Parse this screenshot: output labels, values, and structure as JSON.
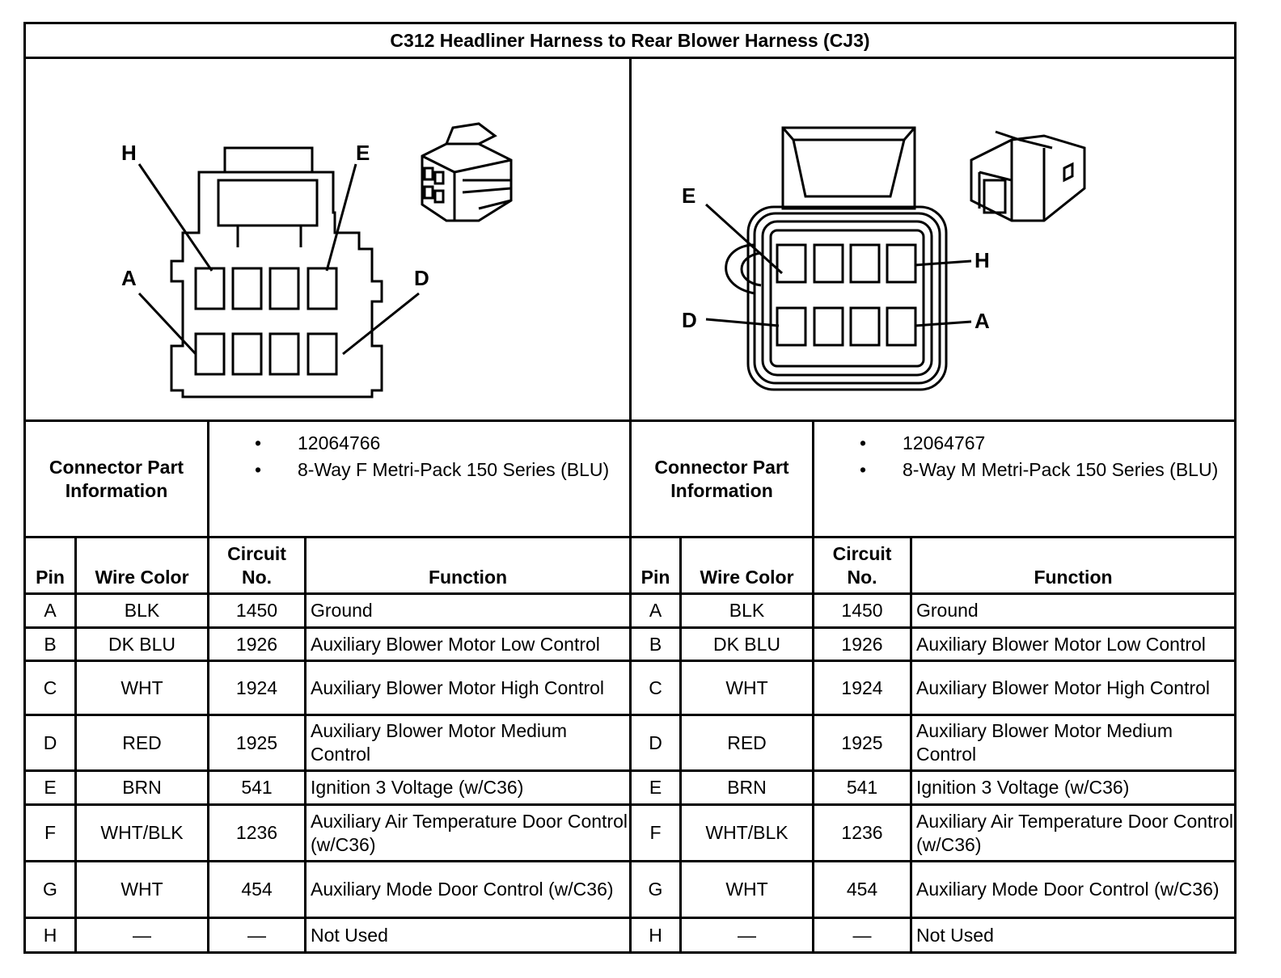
{
  "title": "C312 Headliner Harness to Rear Blower Harness (CJ3)",
  "pin_letters": {
    "a": "A",
    "d": "D",
    "e": "E",
    "h": "H"
  },
  "left": {
    "part_label": "Connector Part Information",
    "part_items": [
      "12064766",
      "8-Way F Metri-Pack 150 Series (BLU)"
    ]
  },
  "right": {
    "part_label": "Connector Part Information",
    "part_items": [
      "12064767",
      "8-Way M Metri-Pack 150 Series (BLU)"
    ]
  },
  "bullet": "•",
  "columns": {
    "pin": "Pin",
    "wire": "Wire Color",
    "circuit": "Circuit No.",
    "function": "Function"
  },
  "rows": [
    {
      "pin": "A",
      "wire": "BLK",
      "circuit": "1450",
      "function": "Ground"
    },
    {
      "pin": "B",
      "wire": "DK BLU",
      "circuit": "1926",
      "function": "Auxiliary Blower Motor Low Control"
    },
    {
      "pin": "C",
      "wire": "WHT",
      "circuit": "1924",
      "function": "Auxiliary Blower Motor High Control"
    },
    {
      "pin": "D",
      "wire": "RED",
      "circuit": "1925",
      "function": "Auxiliary Blower Motor Medium Control"
    },
    {
      "pin": "E",
      "wire": "BRN",
      "circuit": "541",
      "function": "Ignition 3 Voltage (w/C36)"
    },
    {
      "pin": "F",
      "wire": "WHT/BLK",
      "circuit": "1236",
      "function": "Auxiliary Air Temperature Door Control (w/C36)"
    },
    {
      "pin": "G",
      "wire": "WHT",
      "circuit": "454",
      "function": "Auxiliary Mode Door Control (w/C36)"
    },
    {
      "pin": "H",
      "wire": "—",
      "circuit": "—",
      "function": "Not Used"
    }
  ]
}
